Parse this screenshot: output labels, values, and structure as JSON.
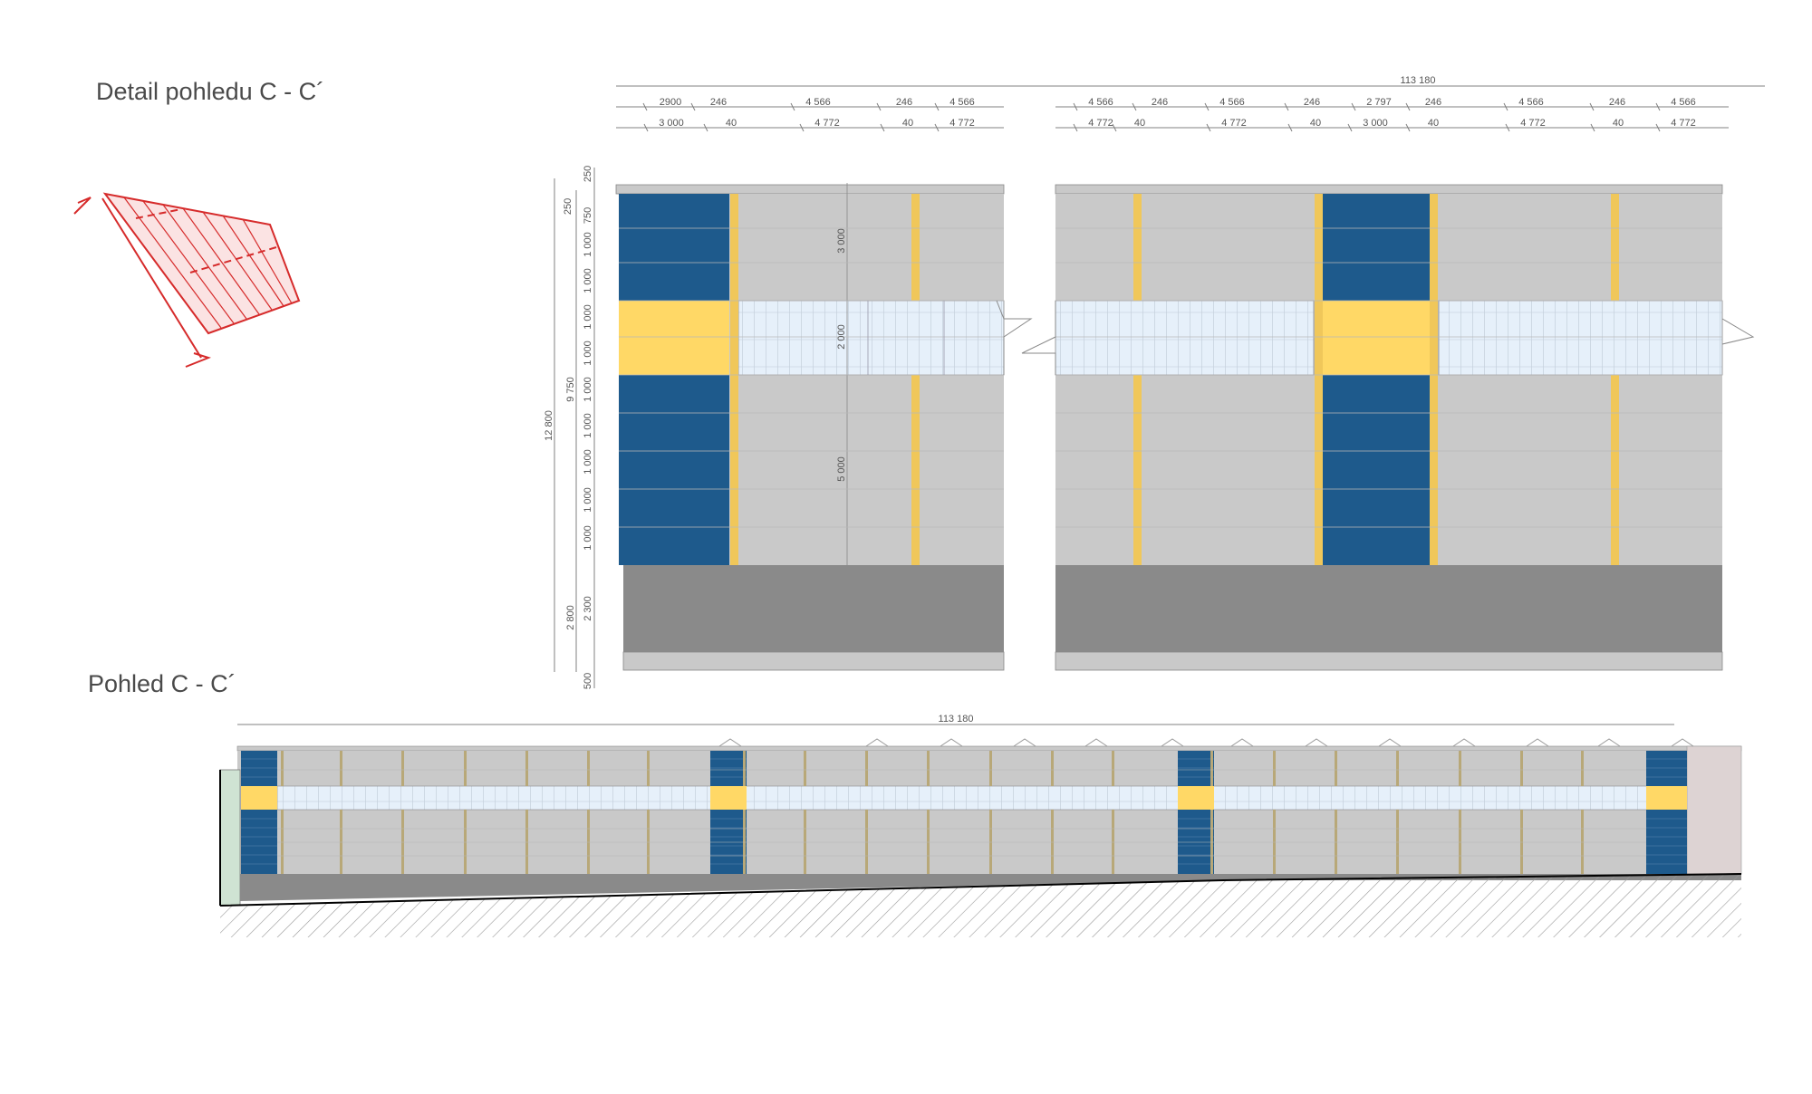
{
  "titles": {
    "detail": "Detail pohledu C - C´",
    "elevation": "Pohled C - C´"
  },
  "colors": {
    "blue": "#1e5a8c",
    "yellow": "#ffd866",
    "light_gray": "#c9c9c9",
    "dark_gray": "#8a8a8a",
    "glass": "#e6f0fa",
    "key_plan": "#d62b2b",
    "ground_hatch": "#9a9a9a",
    "dimension": "#808080"
  },
  "detail": {
    "overall_dim": "113 180",
    "row1": [
      "2900",
      "246",
      "4 566",
      "246",
      "4 566",
      "4 566",
      "246",
      "4 566",
      "246",
      "2 797",
      "246",
      "4 566",
      "246",
      "4 566"
    ],
    "row2": [
      "3 000",
      "40",
      "4 772",
      "40",
      "4 772",
      "4 772",
      "40",
      "4 772",
      "40",
      "3 000",
      "40",
      "4 772",
      "40",
      "4 772"
    ],
    "left_dims": {
      "total": "12 800",
      "upper": "9 750",
      "plinth": "2 800",
      "col": [
        "250",
        "250",
        "750",
        "1 000",
        "1 000",
        "1 000",
        "1 000",
        "1 000",
        "1 000",
        "1 000",
        "1 000",
        "1 000",
        "2 300",
        "500"
      ]
    },
    "inner_dims": [
      "3 000",
      "2 000",
      "5 000"
    ]
  },
  "elevation": {
    "overall_dim": "113 180"
  }
}
